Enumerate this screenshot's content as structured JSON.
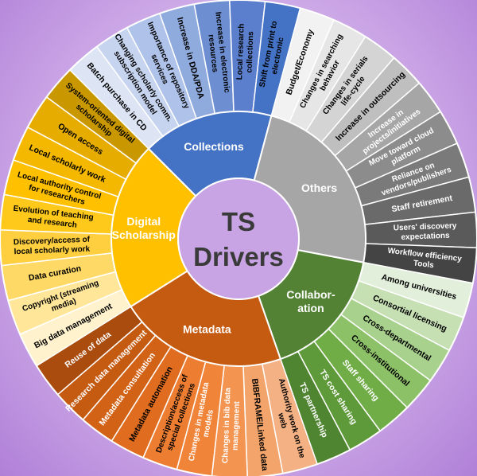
{
  "center": {
    "line1": "TS",
    "line2": "Drivers",
    "color": "#c9a4e4"
  },
  "categories": [
    {
      "name": "Collections",
      "lines": [
        "Collections"
      ],
      "color": "#4472c4",
      "text_color": "#ffffff",
      "items": [
        {
          "label": "Batch purchase in CD",
          "color": "#dde5f5",
          "text_color": "#000000"
        },
        {
          "label": "Changing scholarly comm. subscription model",
          "color": "#c7d4ef",
          "text_color": "#000000"
        },
        {
          "label": "Importance of repository services",
          "color": "#aec2ea",
          "text_color": "#000000"
        },
        {
          "label": "Increase in DDA/PDA",
          "color": "#8faadc",
          "text_color": "#000000"
        },
        {
          "label": "Increase in electronic resources",
          "color": "#6d8fd2",
          "text_color": "#000000"
        },
        {
          "label": "Local research collections",
          "color": "#5b7fcc",
          "text_color": "#000000"
        },
        {
          "label": "Shift from print to electronic",
          "color": "#4472c4",
          "text_color": "#000000"
        }
      ]
    },
    {
      "name": "Others",
      "lines": [
        "Others"
      ],
      "color": "#a6a6a6",
      "text_color": "#ffffff",
      "items": [
        {
          "label": "Budget/Economy",
          "color": "#f2f2f2",
          "text_color": "#000000"
        },
        {
          "label": "Changes in searching behavior",
          "color": "#e6e6e6",
          "text_color": "#000000"
        },
        {
          "label": "Changes in serials life-cycle",
          "color": "#d4d4d4",
          "text_color": "#000000"
        },
        {
          "label": "Increase in outsourcing",
          "color": "#bfbfbf",
          "text_color": "#000000"
        },
        {
          "label": "Increase in projects/initiatives",
          "color": "#a6a6a6",
          "text_color": "#ffffff"
        },
        {
          "label": "Move toward cloud platform",
          "color": "#8c8c8c",
          "text_color": "#ffffff"
        },
        {
          "label": "Reliance on vendors/publishers",
          "color": "#7a7a7a",
          "text_color": "#ffffff"
        },
        {
          "label": "Staff retirement",
          "color": "#6a6a6a",
          "text_color": "#ffffff"
        },
        {
          "label": "Users' discovery expectations",
          "color": "#5a5a5a",
          "text_color": "#ffffff"
        },
        {
          "label": "Workflow efficiency Tools",
          "color": "#444444",
          "text_color": "#ffffff"
        }
      ]
    },
    {
      "name": "Collaboration",
      "lines": [
        "Collabor-",
        "ation"
      ],
      "color": "#548235",
      "text_color": "#ffffff",
      "items": [
        {
          "label": "Among universities",
          "color": "#e2efda",
          "text_color": "#000000"
        },
        {
          "label": "Consortial licensing",
          "color": "#c6e0b4",
          "text_color": "#000000"
        },
        {
          "label": "Cross-departmental",
          "color": "#a9d18e",
          "text_color": "#000000"
        },
        {
          "label": "Cross-institutional",
          "color": "#8cc168",
          "text_color": "#000000"
        },
        {
          "label": "Staff sharing",
          "color": "#70ad47",
          "text_color": "#ffffff"
        },
        {
          "label": "TS cost sharing",
          "color": "#5f9a3a",
          "text_color": "#ffffff"
        },
        {
          "label": "TS partnership",
          "color": "#4f8530",
          "text_color": "#ffffff"
        }
      ]
    },
    {
      "name": "Metadata",
      "lines": [
        "Metadata"
      ],
      "color": "#c55a11",
      "text_color": "#ffffff",
      "items": [
        {
          "label": "Authority work on the web",
          "color": "#f4b183",
          "text_color": "#000000"
        },
        {
          "label": "BIBFRAME/Linked data",
          "color": "#f3a46a",
          "text_color": "#000000"
        },
        {
          "label": "Changes in bib data management",
          "color": "#f39450",
          "text_color": "#ffffff"
        },
        {
          "label": "Changes in metadata models",
          "color": "#f08439",
          "text_color": "#ffffff"
        },
        {
          "label": "Description/access of special collections",
          "color": "#ed7d31",
          "text_color": "#000000"
        },
        {
          "label": "Metadata automation",
          "color": "#e06d1f",
          "text_color": "#000000"
        },
        {
          "label": "Metadata consultation",
          "color": "#d26316",
          "text_color": "#ffffff"
        },
        {
          "label": "Research data management",
          "color": "#c55a11",
          "text_color": "#ffffff"
        },
        {
          "label": "Reuse of data",
          "color": "#a94c0e",
          "text_color": "#ffffff"
        }
      ]
    },
    {
      "name": "Digital Scholarship",
      "lines": [
        "Digital",
        "Scholarship"
      ],
      "color": "#ffc000",
      "text_color": "#ffffff",
      "items": [
        {
          "label": "Big data management",
          "color": "#fff2cc",
          "text_color": "#000000"
        },
        {
          "label": "Copyright (streaming media)",
          "color": "#ffe699",
          "text_color": "#000000"
        },
        {
          "label": "Data curation",
          "color": "#ffd966",
          "text_color": "#000000"
        },
        {
          "label": "Discovery/access of local scholarly work",
          "color": "#ffcf40",
          "text_color": "#000000"
        },
        {
          "label": "Evolution of teaching and research",
          "color": "#ffc91c",
          "text_color": "#000000"
        },
        {
          "label": "Local authority control for researchers",
          "color": "#ffc000",
          "text_color": "#000000"
        },
        {
          "label": "Local scholarly work",
          "color": "#f5b800",
          "text_color": "#000000"
        },
        {
          "label": "Open access",
          "color": "#e6ac00",
          "text_color": "#000000"
        },
        {
          "label": "System-oriented digital scholarship",
          "color": "#c99700",
          "text_color": "#000000"
        }
      ]
    }
  ]
}
